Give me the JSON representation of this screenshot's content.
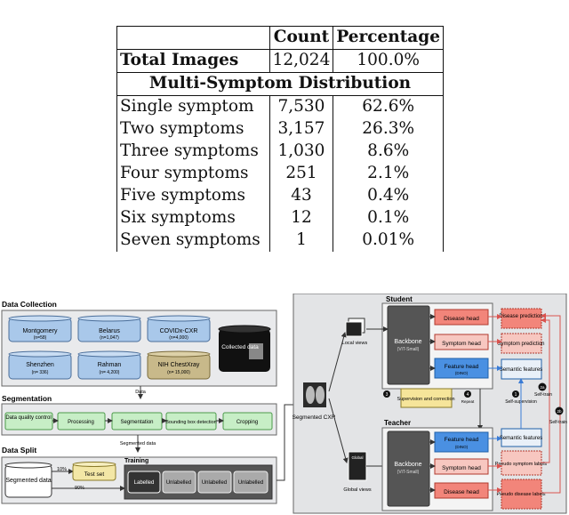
{
  "table": {
    "headers": [
      "",
      "Count",
      "Percentage"
    ],
    "total": {
      "label": "Total Images",
      "count": "12,024",
      "pct": "100.0%"
    },
    "section_label": "Multi-Symptom Distribution",
    "rows": [
      {
        "label": "Single symptom",
        "count": "7,530",
        "pct": "62.6%"
      },
      {
        "label": "Two symptoms",
        "count": "3,157",
        "pct": "26.3%"
      },
      {
        "label": "Three symptoms",
        "count": "1,030",
        "pct": "8.6%"
      },
      {
        "label": "Four symptoms",
        "count": "251",
        "pct": "2.1%"
      },
      {
        "label": "Five symptoms",
        "count": "43",
        "pct": "0.4%"
      },
      {
        "label": "Six symptoms",
        "count": "12",
        "pct": "0.1%"
      },
      {
        "label": "Seven symptoms",
        "count": "1",
        "pct": "0.01%"
      }
    ]
  },
  "figure": {
    "data_collection": {
      "title": "Data Collection",
      "datasets": [
        {
          "name": "Montgomery",
          "n": "(n=58)"
        },
        {
          "name": "Belarus",
          "n": "(n=1,047)"
        },
        {
          "name": "COVIDx-CXR",
          "n": "(n=4,000)"
        },
        {
          "name": "Shenzhen",
          "n": "(n= 336)"
        },
        {
          "name": "Rahman",
          "n": "(n= 4,200)"
        },
        {
          "name": "NIH ChestXray",
          "n": "(n= 15,000)"
        }
      ],
      "collected_label": "Collected data",
      "arrow_label": "Data"
    },
    "segmentation": {
      "title": "Segmentation",
      "steps": [
        "Data quality control",
        "Processing",
        "Segmentation",
        "Bounding box detection",
        "Cropping"
      ],
      "arrow_label": "Segmented data"
    },
    "data_split": {
      "title": "Data Split",
      "segmented_label": "Segmented data",
      "pct_test": "10%",
      "pct_train": "90%",
      "test_label": "Test set",
      "training_title": "Training",
      "labelled": "Labelled",
      "unlabelled": [
        "Unlabelled",
        "Unlabelled",
        "Unlabelled"
      ]
    },
    "model": {
      "student_title": "Student",
      "teacher_title": "Teacher",
      "local_views": "Local views",
      "global_views": "Global views",
      "segmented_cxr": "Segmented CXR",
      "global_tag": "Global",
      "backbone": "Backbone",
      "backbone_sub": "(ViT-Small)",
      "disease_head": "Disease head",
      "symptom_head": "Symptom head",
      "feature_head": "Feature head",
      "feature_sub": "(DINO)",
      "supervision": "Supervision and correction",
      "repeat": "Repeat",
      "self_supervision": "Self-supervision",
      "disease_prediction": "Disease prediction",
      "symptom_prediction": "Symptom prediction",
      "semantic_features": "Semantic features",
      "pseudo_symptom": "Pseudo symptom labels",
      "pseudo_disease": "Pseudo disease labels",
      "self_train": "Self-train",
      "steps": [
        "1",
        "2a",
        "2b",
        "3",
        "4"
      ]
    }
  }
}
